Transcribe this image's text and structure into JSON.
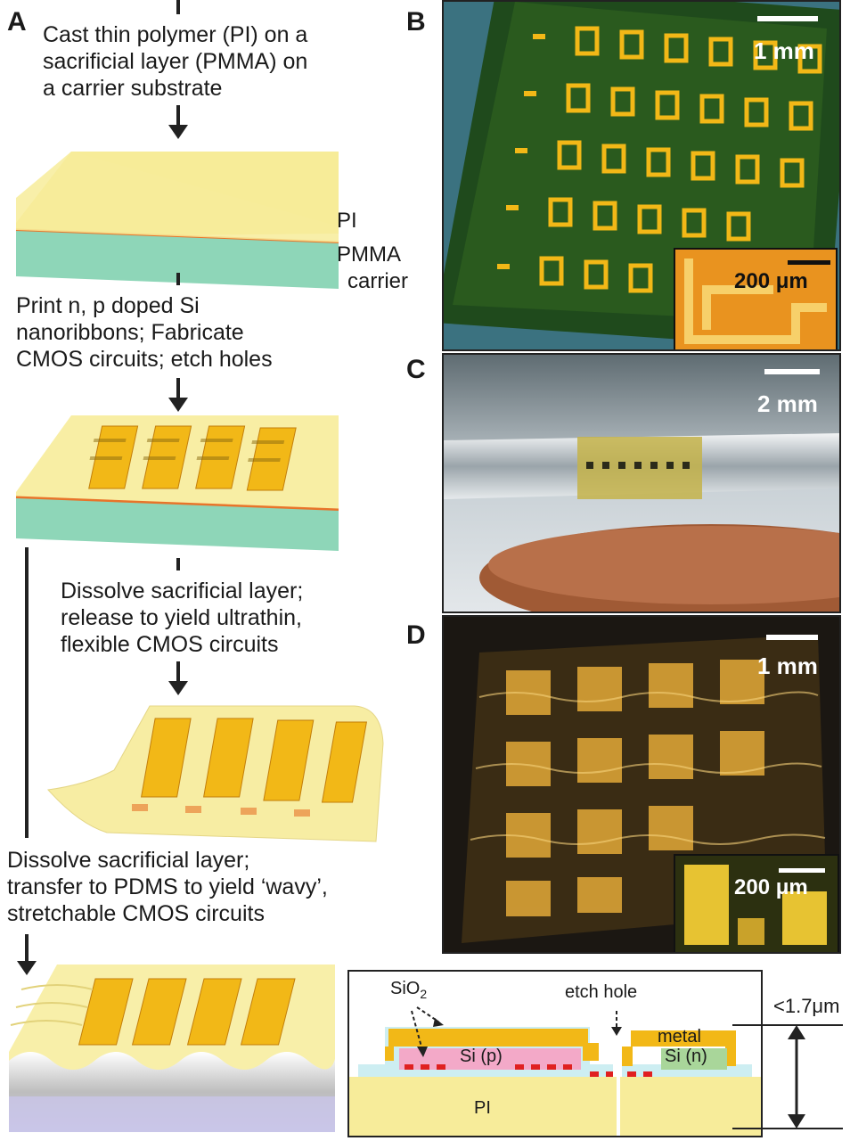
{
  "panels": {
    "a": "A",
    "b": "B",
    "c": "C",
    "d": "D"
  },
  "steps": {
    "step1": "Cast thin polymer (PI) on a\nsacrificial layer (PMMA) on\na carrier substrate",
    "step2": "Print n, p doped Si\nnanoribbons; Fabricate\nCMOS circuits; etch holes",
    "step3": "Dissolve sacrificial layer;\nrelease to yield ultrathin,\nflexible CMOS circuits",
    "step4": "Dissolve sacrificial layer;\ntransfer to PDMS to yield ‘wavy’,\nstretchable CMOS circuits"
  },
  "layers": {
    "pi": "PI",
    "pmma": "PMMA",
    "carrier": "carrier"
  },
  "scalebars": {
    "b_main": "1 mm",
    "b_inset": "200 μm",
    "c_main": "2 mm",
    "d_main": "1 mm",
    "d_inset": "200 μm"
  },
  "cross_section": {
    "sio2": "SiO",
    "sio2_sub": "2",
    "etch_hole": "etch hole",
    "metal": "metal",
    "si_p": "Si (p)",
    "si_n": "Si (n)",
    "pi": "PI",
    "thickness": "<1.7μm"
  },
  "colors": {
    "pi_yellow": "#f7ec9a",
    "pmma_orange": "#e8742a",
    "carrier_green": "#8ed6b8",
    "circuit_gold": "#f2b817",
    "si_p_pink": "#f3a9c8",
    "si_n_green": "#a9d69a",
    "pdms_lilac": "#c9c6e8"
  }
}
